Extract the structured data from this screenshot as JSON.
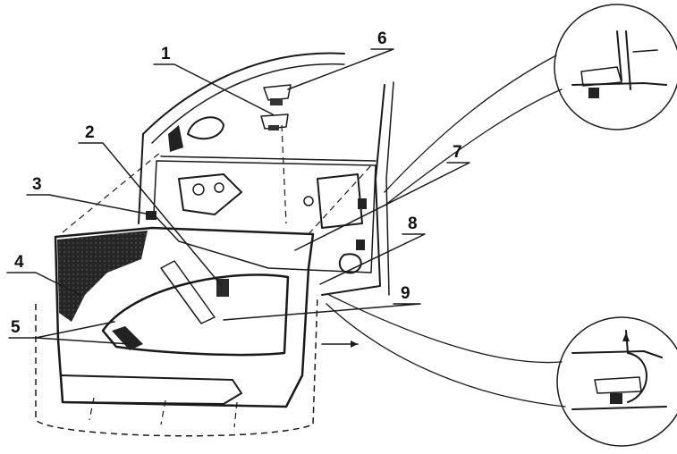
{
  "diagram": {
    "callouts": [
      {
        "id": "1",
        "label": "1"
      },
      {
        "id": "2",
        "label": "2"
      },
      {
        "id": "3",
        "label": "3"
      },
      {
        "id": "4",
        "label": "4"
      },
      {
        "id": "5",
        "label": "5"
      },
      {
        "id": "6",
        "label": "6"
      },
      {
        "id": "7",
        "label": "7"
      },
      {
        "id": "8",
        "label": "8"
      },
      {
        "id": "9",
        "label": "9"
      }
    ],
    "colors": {
      "ink": "#1a1a1a",
      "panel_fill": "#c9c9c9",
      "dark_fill": "#2a2a2a",
      "background": "#ffffff"
    }
  }
}
